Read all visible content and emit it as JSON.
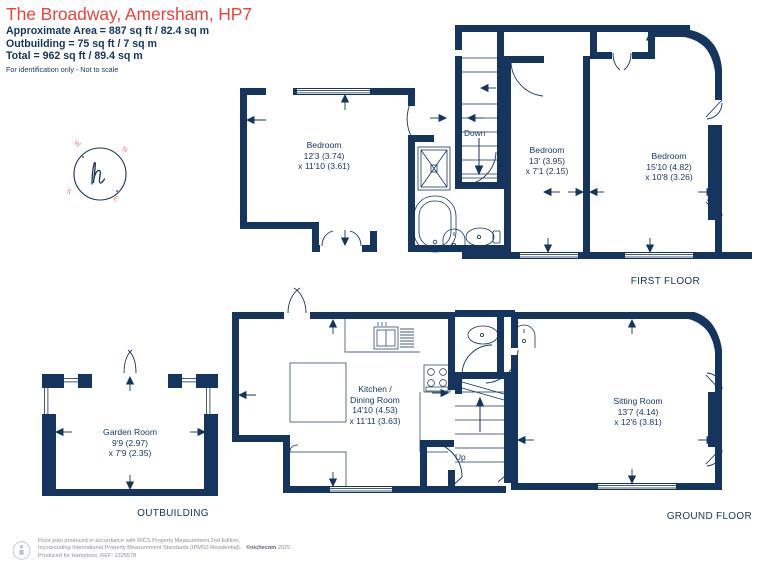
{
  "header": {
    "title": "The Broadway, Amersham, HP7",
    "title_color": "#e8443c",
    "area_lines": [
      "Approximate Area = 887 sq ft / 82.4 sq m",
      "Outbuilding = 75 sq ft / 7 sq m",
      "Total = 962 sq ft / 89.4 sq m"
    ],
    "disclaimer": "For identification only - Not to scale"
  },
  "compass": {
    "north": "N",
    "east": "E",
    "south": "S",
    "west": "W",
    "monogram": "h",
    "color": "#e8736a"
  },
  "theme": {
    "wall_color": "#16355e",
    "fixture_line": "#16355e",
    "accent_red": "#e8443c",
    "text_color": "#16355e",
    "footer_grey": "#8a8f99"
  },
  "floors": [
    {
      "id": "first-floor",
      "label": "FIRST FLOOR",
      "rooms": [
        {
          "name": "Bedroom",
          "dim1": "12'3 (3.74)",
          "dim2": "x 11'10 (3.61)"
        },
        {
          "name": "Bedroom",
          "dim1": "13' (3.95)",
          "dim2": "x 7'1 (2.15)"
        },
        {
          "name": "Bedroom",
          "dim1": "15'10 (4.82)",
          "dim2": "x 10'8 (3.26)"
        }
      ],
      "stair_label": "Down"
    },
    {
      "id": "ground-floor",
      "label": "GROUND FLOOR",
      "rooms": [
        {
          "name": "Kitchen /",
          "name2": "Dining Room",
          "dim1": "14'10 (4.53)",
          "dim2": "x 11'11 (3.63)"
        },
        {
          "name": "Sitting Room",
          "dim1": "13'7 (4.14)",
          "dim2": "x 12'6 (3.81)"
        }
      ],
      "stair_label": "Up"
    },
    {
      "id": "outbuilding",
      "label": "OUTBUILDING",
      "rooms": [
        {
          "name": "Garden Room",
          "dim1": "9'9 (2.97)",
          "dim2": "x 7'9 (2.35)"
        }
      ]
    }
  ],
  "footer": {
    "line1": "Floor plan produced in accordance with RICS Property Measurement 2nd Edition,",
    "line2": "Incorporating International Property Measurement Standards (IPMS2 Residential).",
    "brand": "©nichecom",
    "year": "2025.",
    "line3": "Produced for Hamptons.   REF:  1325578"
  }
}
